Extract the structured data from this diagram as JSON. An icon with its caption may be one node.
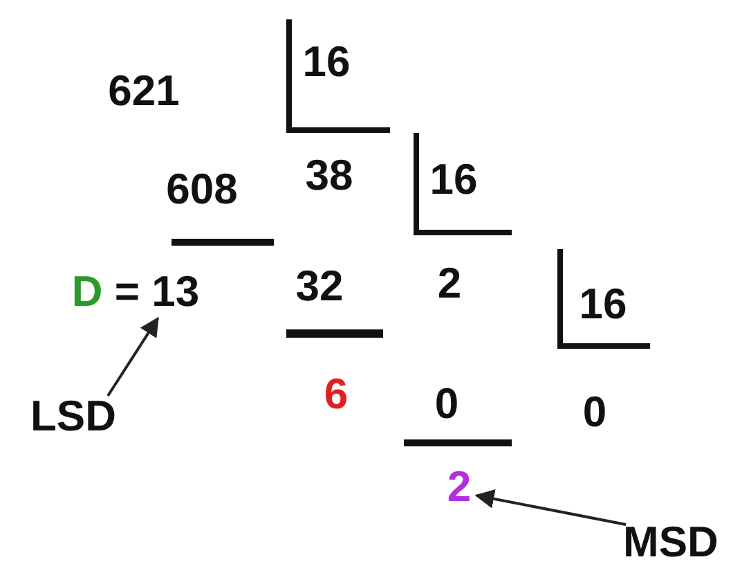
{
  "diagram": {
    "nodes": [
      {
        "text": [
          "D = 13"
        ]
      },
      {
        "text": [
          "LSD"
        ]
      },
      {
        "text": [
          "2"
        ]
      },
      {
        "text": [
          "MSD"
        ]
      }
    ],
    "edges": [
      {
        "from": 1,
        "to": 0,
        "arrow": "to"
      },
      {
        "from": 3,
        "to": 2,
        "arrow": "to"
      }
    ],
    "labels": [
      "621",
      "16",
      "608",
      "38",
      "16",
      "32",
      "2",
      "16",
      "6",
      "0",
      "0"
    ]
  }
}
